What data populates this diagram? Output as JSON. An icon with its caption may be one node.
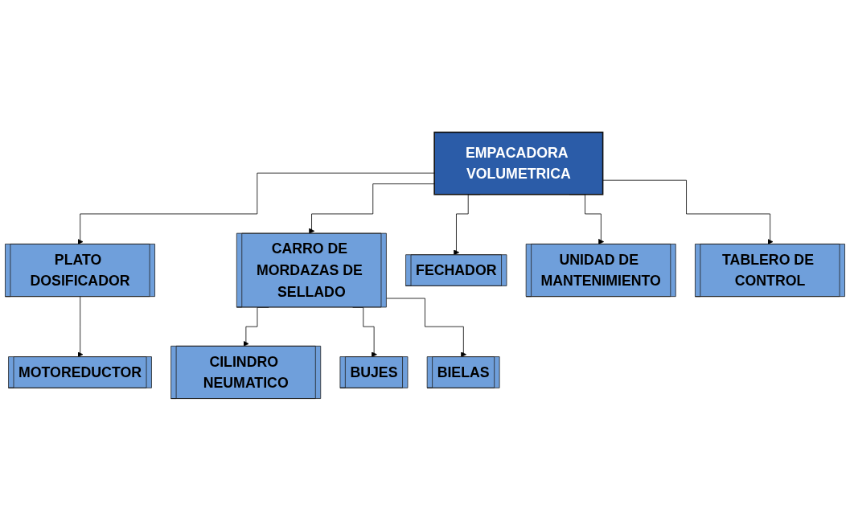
{
  "diagram": {
    "nodes": [
      {
        "text": [
          "EMPACADORA VOLUMETRICA"
        ]
      },
      {
        "text": [
          "PLATO DOSIFICADOR"
        ]
      },
      {
        "text": [
          "CARRO DE MORDAZAS DE SELLADO"
        ]
      },
      {
        "text": [
          "FECHADOR"
        ]
      },
      {
        "text": [
          "UNIDAD DE MANTENIMIENTO"
        ]
      },
      {
        "text": [
          "TABLERO DE CONTROL"
        ]
      },
      {
        "text": [
          "MOTOREDUCTOR"
        ]
      },
      {
        "text": [
          "CILINDRO NEUMATICO"
        ]
      },
      {
        "text": [
          "BUJES"
        ]
      },
      {
        "text": [
          "BIELAS"
        ]
      }
    ],
    "edges": [
      {
        "from": 0,
        "to": 1,
        "arrow": "to"
      },
      {
        "from": 0,
        "to": 2,
        "arrow": "to"
      },
      {
        "from": 0,
        "to": 3,
        "arrow": "to"
      },
      {
        "from": 0,
        "to": 4,
        "arrow": "to"
      },
      {
        "from": 0,
        "to": 5,
        "arrow": "to"
      },
      {
        "from": 1,
        "to": 6,
        "arrow": "to"
      },
      {
        "from": 2,
        "to": 7,
        "arrow": "to"
      },
      {
        "from": 2,
        "to": 8,
        "arrow": "to"
      },
      {
        "from": 2,
        "to": 9,
        "arrow": "to"
      }
    ]
  }
}
